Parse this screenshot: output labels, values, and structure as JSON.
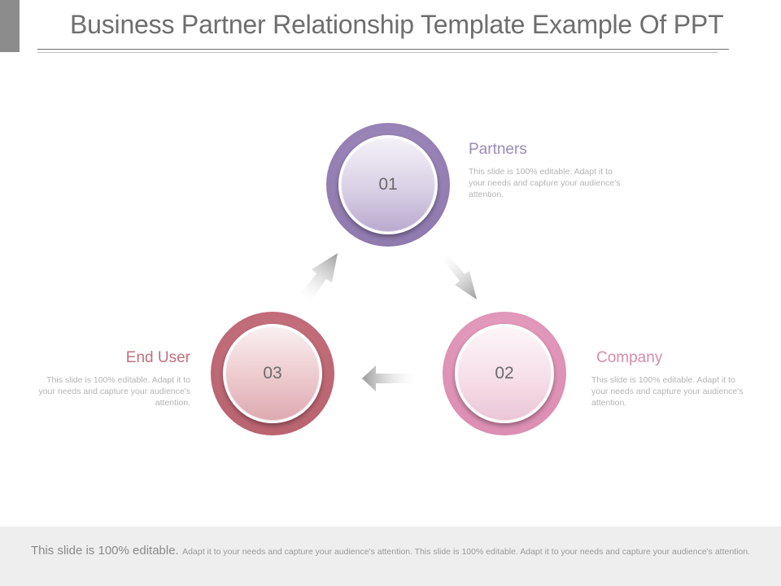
{
  "slide": {
    "title": "Business Partner Relationship Template Example Of PPT"
  },
  "nodes": [
    {
      "id": "01",
      "number": "01",
      "color": "#8f7bb0",
      "label": "Partners",
      "description": "This slide is 100% editable. Adapt it to your needs and capture your audience's attention."
    },
    {
      "id": "02",
      "number": "02",
      "color": "#dd8cb1",
      "label": "Company",
      "description": "This slide is 100% editable. Adapt it to your needs and capture your audience's attention."
    },
    {
      "id": "03",
      "number": "03",
      "color": "#bb6470",
      "label": "End User",
      "description": "This slide is 100% editable. Adapt it to your needs and capture your audience's attention."
    }
  ],
  "flow": [
    "03 → 01",
    "01 → 02",
    "02 → 03"
  ],
  "footer": {
    "lead": "This slide is 100% editable.",
    "rest": "Adapt it to your needs and capture your audience's attention. This slide is 100% editable. Adapt it to your needs and capture your audience's attention."
  },
  "colors": {
    "title": "#6e6e6e",
    "arrow": "#9a9a9a",
    "footer_bg": "#eeeeee"
  }
}
